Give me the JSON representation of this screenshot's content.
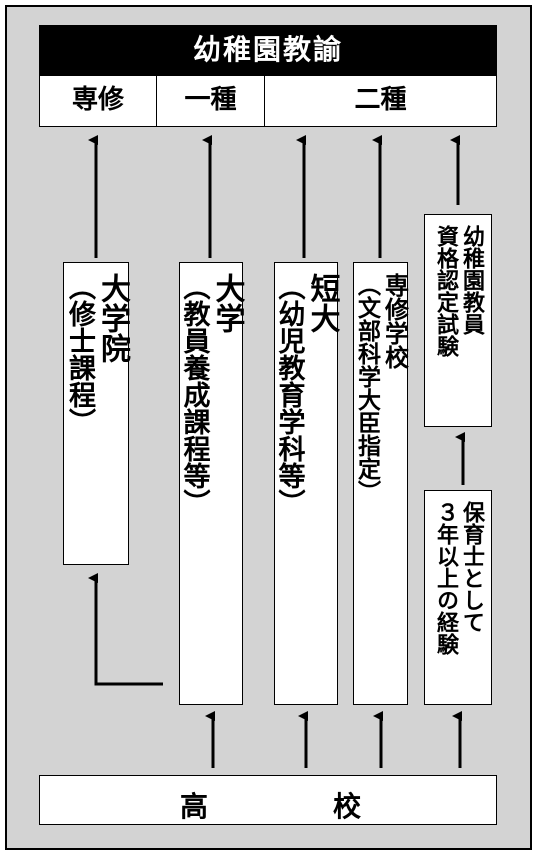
{
  "header": {
    "title": "幼稚園教諭",
    "categories": [
      "専修",
      "一種",
      "二種"
    ]
  },
  "paths": {
    "graduate": {
      "main": "大学院",
      "sub": "（修士課程）"
    },
    "university": {
      "main": "大学",
      "sub": "（教員養成課程等）"
    },
    "junior_college": {
      "main": "短大",
      "sub": "（幼児教育学科等）"
    },
    "vocational": {
      "main": "専修学校",
      "sub": "（文部科学大臣指定）"
    },
    "exam": {
      "line1": "幼稚園教員",
      "line2": "資格認定試験"
    },
    "experience": {
      "line1": "保育士として",
      "line2": "３年以上の経験"
    }
  },
  "base": {
    "char1": "高",
    "char2": "校"
  },
  "colors": {
    "background": "#d3d3d3",
    "title_bg": "#000000"
  }
}
